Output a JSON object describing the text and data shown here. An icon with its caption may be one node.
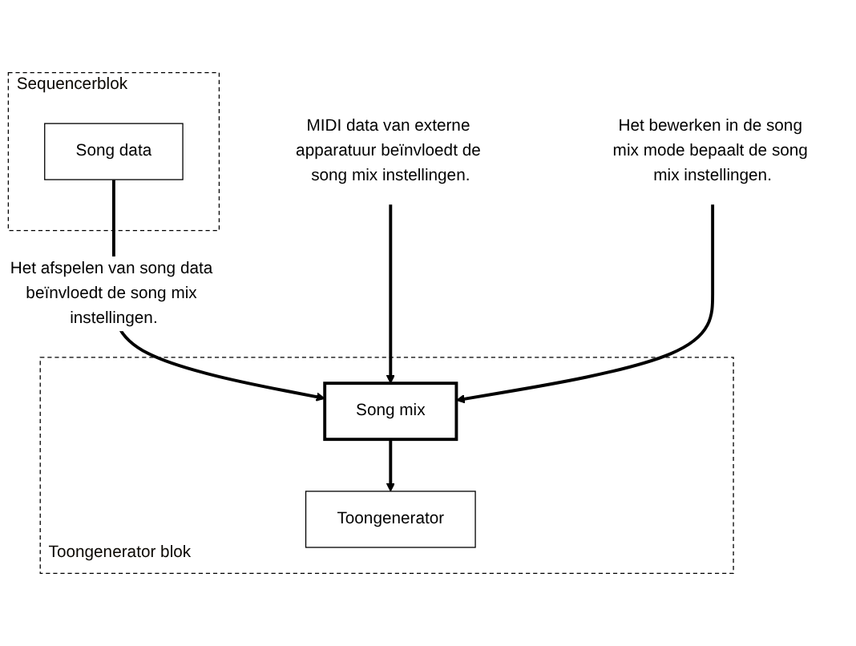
{
  "diagram": {
    "nodes": [
      {
        "text": [
          "Sequencerblok"
        ]
      },
      {
        "text": [
          "Song data"
        ],
        "in": 0
      },
      {
        "text": [
          "Toongenerator blok"
        ]
      },
      {
        "text": [
          "Song mix"
        ],
        "in": 2
      },
      {
        "text": [
          "Toongenerator"
        ],
        "in": 2
      },
      {
        "text": [
          "MIDI data van externe apparatuur beïnvloedt de song mix instellingen."
        ]
      },
      {
        "text": [
          "Het bewerken in de song mix mode bepaalt de song mix instellingen."
        ]
      }
    ],
    "edges": [
      {
        "from": 1,
        "to": 3,
        "arrow": "to",
        "label": "Het afspelen van song data beïnvloedt de song mix instellingen."
      },
      {
        "from": 5,
        "to": 3,
        "arrow": "to"
      },
      {
        "from": 6,
        "to": 3,
        "arrow": "to"
      },
      {
        "from": 3,
        "to": 4,
        "arrow": "to"
      }
    ]
  }
}
